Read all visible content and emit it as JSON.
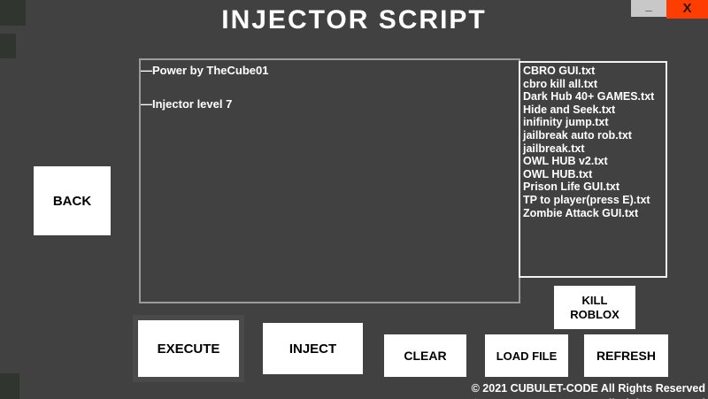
{
  "window": {
    "title": "INJECTOR SCRIPT",
    "minimize_label": "_",
    "close_label": "X",
    "copyright": "© 2021 CUBULET-CODE All Rights Reserved"
  },
  "colors": {
    "background": "#414141",
    "close_button": "#fd3d01",
    "minimize_button": "#c8c8c8",
    "button_face": "#ffffff",
    "button_text": "#000000",
    "text": "#ffffff",
    "panel_border": "#9b9b9b",
    "list_border": "#f2f2f2",
    "corner_square": "#303530"
  },
  "info_panel": {
    "lines": [
      "—Power by TheCube01",
      "—Injector level 7"
    ]
  },
  "script_list": {
    "items": [
      "CBRO GUI.txt",
      "cbro kill all.txt",
      "Dark Hub 40+ GAMES.txt",
      "Hide and Seek.txt",
      "inifinity jump.txt",
      "jailbreak auto rob.txt",
      "jailbreak.txt",
      "OWL HUB v2.txt",
      "OWL HUB.txt",
      "Prison Life GUI.txt",
      "TP to player(press E).txt",
      "Zombie Attack GUI.txt"
    ]
  },
  "buttons": {
    "back": "BACK",
    "kill_roblox": "KILL ROBLOX",
    "execute": "EXECUTE",
    "inject": "INJECT",
    "clear": "CLEAR",
    "load_file": "LOAD FILE",
    "refresh": "REFRESH"
  }
}
